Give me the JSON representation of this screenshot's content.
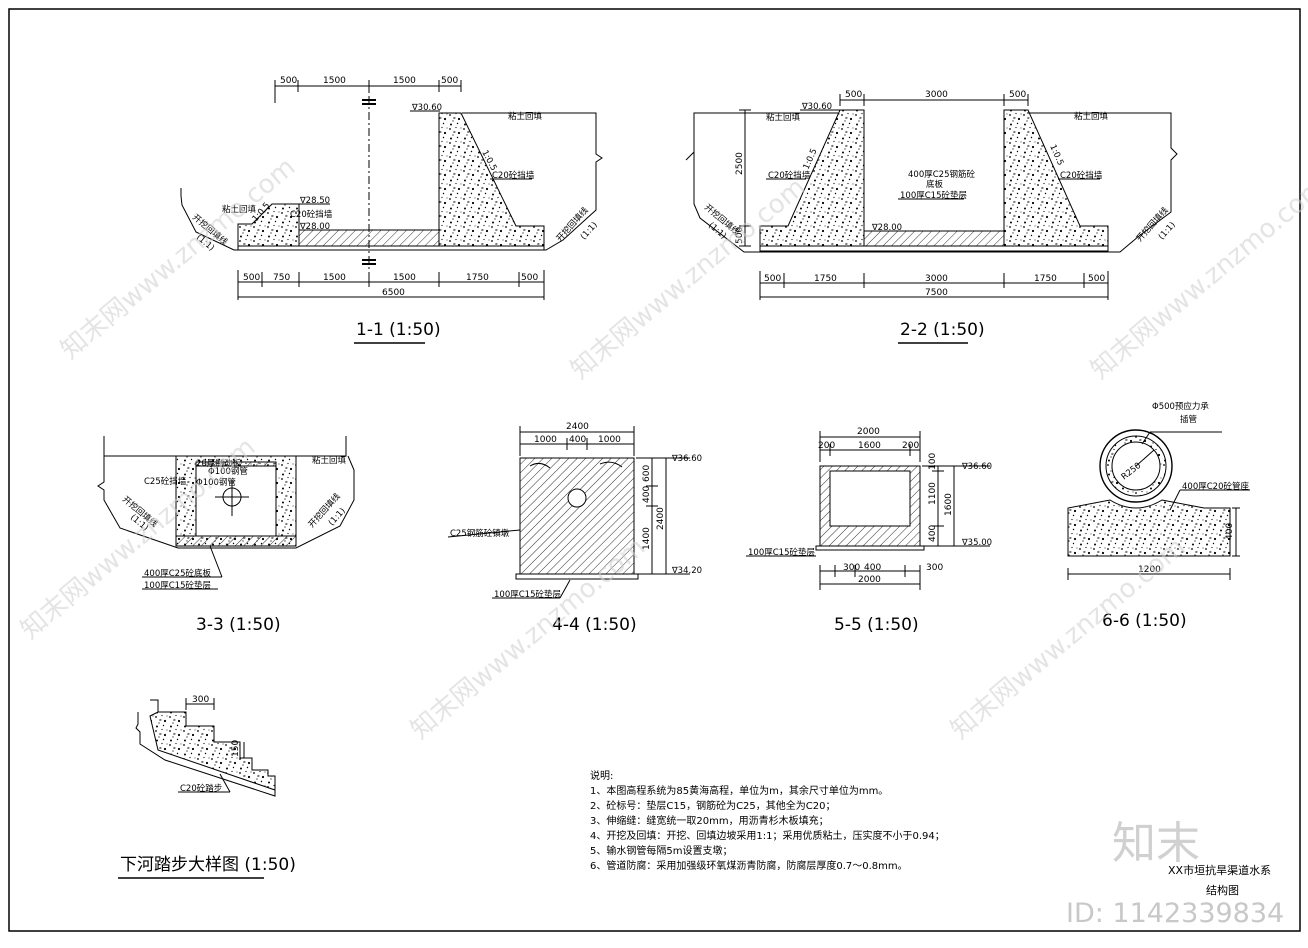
{
  "colors": {
    "line": "#000000",
    "watermark": "#cccccc",
    "id_text": "#c8c8c8"
  },
  "sections": {
    "s11": {
      "title": "1-1 (1:50)",
      "top_dims": [
        "500",
        "1500",
        "1500",
        "500"
      ],
      "bottom_dims": [
        "500",
        "750",
        "1500",
        "1500",
        "1750",
        "500"
      ],
      "total": "6500",
      "elev_top": "∇30.60",
      "elev_mid": "∇28.50",
      "elev_bot": "∇28.00",
      "slope_right": "1:0.5",
      "slope_left": "1:0.5",
      "label_backfill": "粘土回填",
      "label_wall_right": "C20砼挡墙",
      "label_wall_left": "C20砼挡墙",
      "label_excav_left": "开挖回填线",
      "label_excav_left_ratio": "(1:1)",
      "label_excav_right": "开挖回填线",
      "label_excav_right_ratio": "(1:1)"
    },
    "s22": {
      "title": "2-2 (1:50)",
      "top_dims": [
        "500",
        "3000",
        "500"
      ],
      "height_dim": "2500",
      "small_dim": "500",
      "bottom_dims": [
        "500",
        "1750",
        "3000",
        "1750",
        "500"
      ],
      "total": "7500",
      "elev_top": "∇30.60",
      "elev_bot": "∇28.00",
      "slope": "1:0.5",
      "slope_right": "1:0.5",
      "label_backfill_left": "粘土回填",
      "label_backfill_right": "粘土回填",
      "label_wall_left": "C20砼挡墙",
      "label_wall_right": "C20砼挡墙",
      "label_base_1": "400厚C25钢筋砼",
      "label_base_2": "底板",
      "label_cushion": "100厚C15砼垫层",
      "label_excav_left": "开挖回填线",
      "label_excav_left_ratio": "(1:1)",
      "label_excav_right": "开挖回填线",
      "label_excav_right_ratio": "(1:1)"
    },
    "s33": {
      "title": "3-3 (1:50)",
      "label_backfill": "粘土回填",
      "label_wall": "C25砼挡墙",
      "label_top": "20厚制动板",
      "label_pipe": "Φ100钢管",
      "label_pipe2": "Φ100钢管",
      "label_excav_left": "开挖回填线",
      "label_excav_left_ratio": "(1:1)",
      "label_excav_right": "开挖回填线",
      "label_excav_right_ratio": "(1:1)",
      "label_base": "400厚C25砼底板",
      "label_cushion": "100厚C15砼垫层"
    },
    "s44": {
      "title": "4-4 (1:50)",
      "top_dims": [
        "1000",
        "400",
        "1000"
      ],
      "total_top": "2400",
      "right_dims": [
        "600",
        "400",
        "1400"
      ],
      "total_right": "2400",
      "elev_top": "∇36.60",
      "elev_bot": "∇34.20",
      "label_body": "C25钢筋砼镇墩",
      "label_cushion": "100厚C15砼垫层"
    },
    "s55": {
      "title": "5-5 (1:50)",
      "top_total": "2000",
      "top_dims": [
        "200",
        "1600",
        "200"
      ],
      "right_dims": [
        "100",
        "1100",
        "400"
      ],
      "total_right": "1600",
      "bottom_dims": [
        "300",
        "400",
        "300"
      ],
      "bottom_total": "2000",
      "elev_top": "∇36.60",
      "elev_bot": "∇35.00",
      "label_cushion": "100厚C15砼垫层"
    },
    "s66": {
      "title": "6-6 (1:50)",
      "label_pipe_1": "Φ500预应力承",
      "label_pipe_2": "插管",
      "label_radius": "R250",
      "label_seat": "400厚C20砼管座",
      "dim_height": "400",
      "dim_width": "1200"
    },
    "step": {
      "title": "下河踏步大样图 (1:50)",
      "dim_w": "300",
      "dim_h": "150",
      "label": "C20砼踏步"
    }
  },
  "notes": {
    "heading": "说明:",
    "items": [
      "1、本图高程系统为85黄海高程，单位为m，其余尺寸单位为mm。",
      "2、砼标号：垫层C15，钢筋砼为C25，其他全为C20；",
      "3、伸缩缝：缝宽统一取20mm，用沥青杉木板填充；",
      "4、开挖及回填：开挖、回填边坡采用1:1；采用优质粘土，压实度不小于0.94；",
      "5、输水钢管每隔5m设置支墩；",
      "6、管道防腐：采用加强级环氧煤沥青防腐，防腐层厚度0.7～0.8mm。"
    ]
  },
  "titleblock": {
    "line1": "XX市垣抗旱渠道水系",
    "line2": "结构图"
  },
  "watermark": {
    "text": "知末网www.znzmo.com",
    "logo": "知末",
    "id": "ID: 1142339834"
  }
}
